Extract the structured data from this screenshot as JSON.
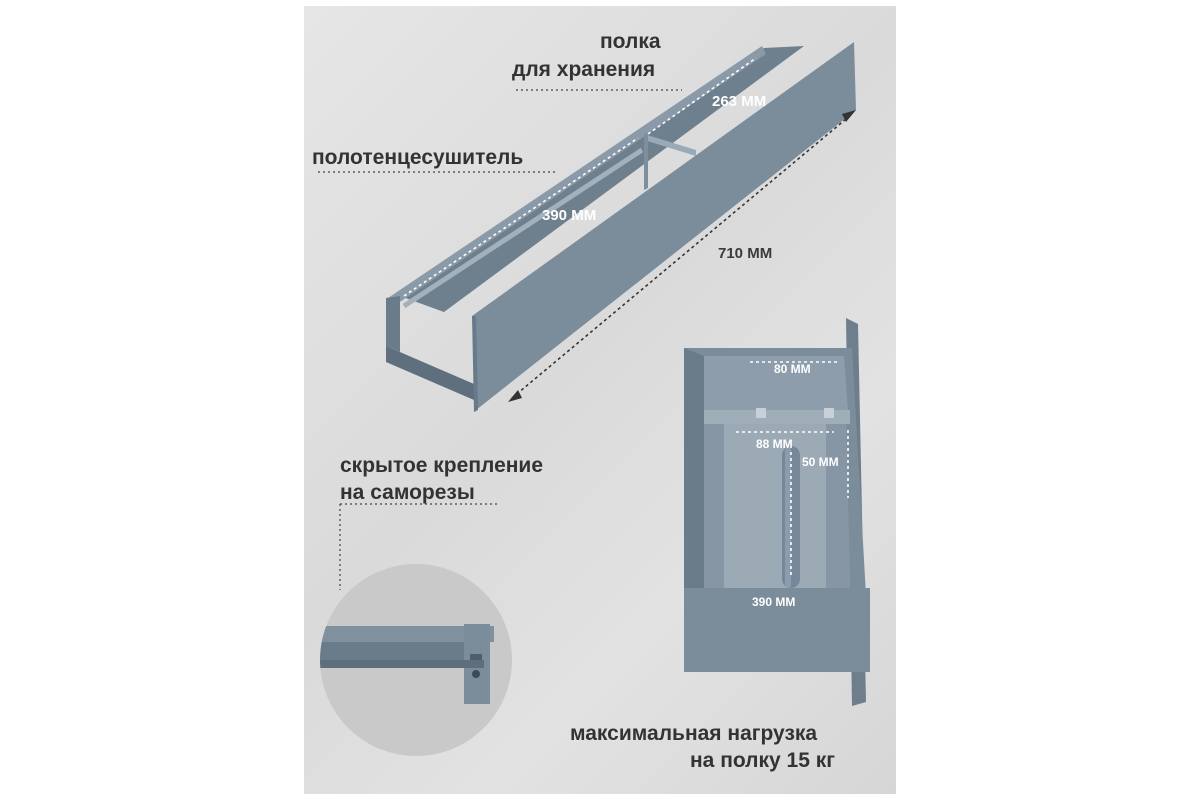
{
  "labels": {
    "storage_shelf_line1": "полка",
    "storage_shelf_line2": "для хранения",
    "towel_dryer": "полотенцесушитель",
    "hidden_mount_line1": "скрытое крепление",
    "hidden_mount_line2": "на саморезы",
    "max_load_line1": "максимальная нагрузка",
    "max_load_line2": "на полку 15 кг"
  },
  "dimensions": {
    "shelf_length": "263 ММ",
    "rail_length": "390 ММ",
    "total_length": "710 ММ",
    "depth_top": "80 ММ",
    "inner_depth": "88 ММ",
    "height": "50 ММ",
    "bottom_length": "390 ММ"
  },
  "colors": {
    "product_face": "#7b8c9b",
    "product_dark": "#5e6e7c",
    "product_light": "#8e9eac",
    "background": "#dedede",
    "text": "#333333"
  }
}
